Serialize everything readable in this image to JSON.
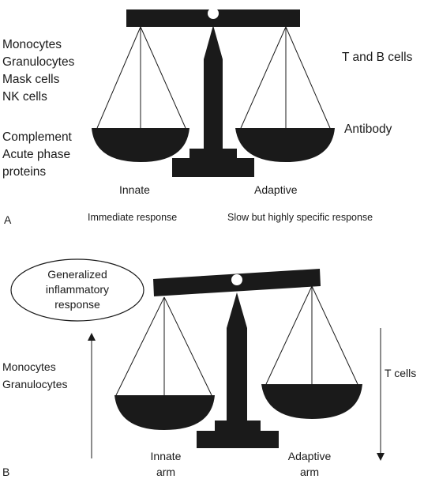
{
  "panel_a": {
    "letter": "A",
    "left_cells": [
      "Monocytes",
      "Granulocytes",
      "Mask cells",
      "NK cells"
    ],
    "left_humoral": [
      "Complement",
      "Acute phase",
      "proteins"
    ],
    "right_cells": "T and B cells",
    "right_humoral": "Antibody",
    "innate_label": "Innate",
    "adaptive_label": "Adaptive",
    "innate_caption": "Immediate response",
    "adaptive_caption": "Slow but highly specific response"
  },
  "panel_b": {
    "letter": "B",
    "oval_text": [
      "Generalized",
      "inflammatory",
      "response"
    ],
    "left_cells": [
      "Monocytes",
      "Granulocytes"
    ],
    "right_cells": "T cells",
    "innate_label": [
      "Innate",
      "arm"
    ],
    "adaptive_label": [
      "Adaptive",
      "arm"
    ]
  },
  "colors": {
    "ink": "#1a1a1a",
    "background": "#ffffff"
  }
}
